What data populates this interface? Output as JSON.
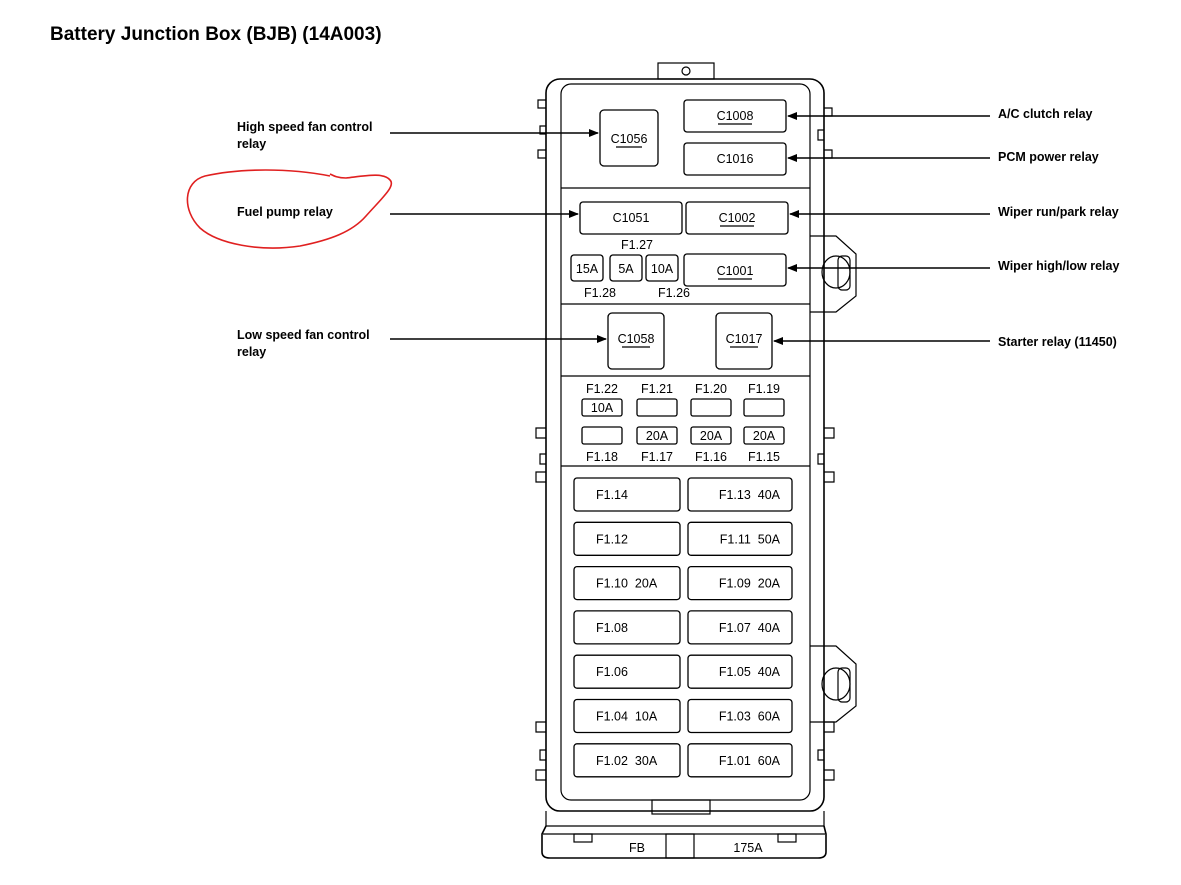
{
  "title": "Battery Junction Box (BJB) (14A003)",
  "labels": {
    "high_speed_fan_line1": "High speed fan control",
    "high_speed_fan_line2": "relay",
    "fuel_pump": "Fuel pump relay",
    "low_speed_fan_line1": "Low speed fan control",
    "low_speed_fan_line2": "relay",
    "ac_clutch": "A/C clutch relay",
    "pcm_power": "PCM power relay",
    "wiper_run_park": "Wiper run/park relay",
    "wiper_high_low": "Wiper high/low relay",
    "starter": "Starter relay (11450)"
  },
  "connectors": {
    "c1056": "C1056",
    "c1008": "C1008",
    "c1016": "C1016",
    "c1051": "C1051",
    "c1002": "C1002",
    "c1001": "C1001",
    "c1058": "C1058",
    "c1017": "C1017"
  },
  "mini_fuses": {
    "f127": "F1.27",
    "f128": "F1.28",
    "f126": "F1.26",
    "a15": "15A",
    "a5": "5A",
    "a10": "10A",
    "f122": "F1.22",
    "f121": "F1.21",
    "f120": "F1.20",
    "f119": "F1.19",
    "f122_amp": "10A",
    "f118": "F1.18",
    "f117": "F1.17",
    "f116": "F1.16",
    "f115": "F1.15",
    "f117_amp": "20A",
    "f116_amp": "20A",
    "f115_amp": "20A"
  },
  "maxi_fuses": [
    {
      "left": "F1.14",
      "right": "F1.13  40A"
    },
    {
      "left": "F1.12",
      "right": "F1.11  50A"
    },
    {
      "left": "F1.10  20A",
      "right": "F1.09  20A"
    },
    {
      "left": "F1.08",
      "right": "F1.07  40A"
    },
    {
      "left": "F1.06",
      "right": "F1.05  40A"
    },
    {
      "left": "F1.04  10A",
      "right": "F1.03  60A"
    },
    {
      "left": "F1.02  30A",
      "right": "F1.01  60A"
    }
  ],
  "bottom": {
    "fb": "FB",
    "amp": "175A"
  },
  "colors": {
    "highlight": "#e02020",
    "ink": "#000000"
  }
}
